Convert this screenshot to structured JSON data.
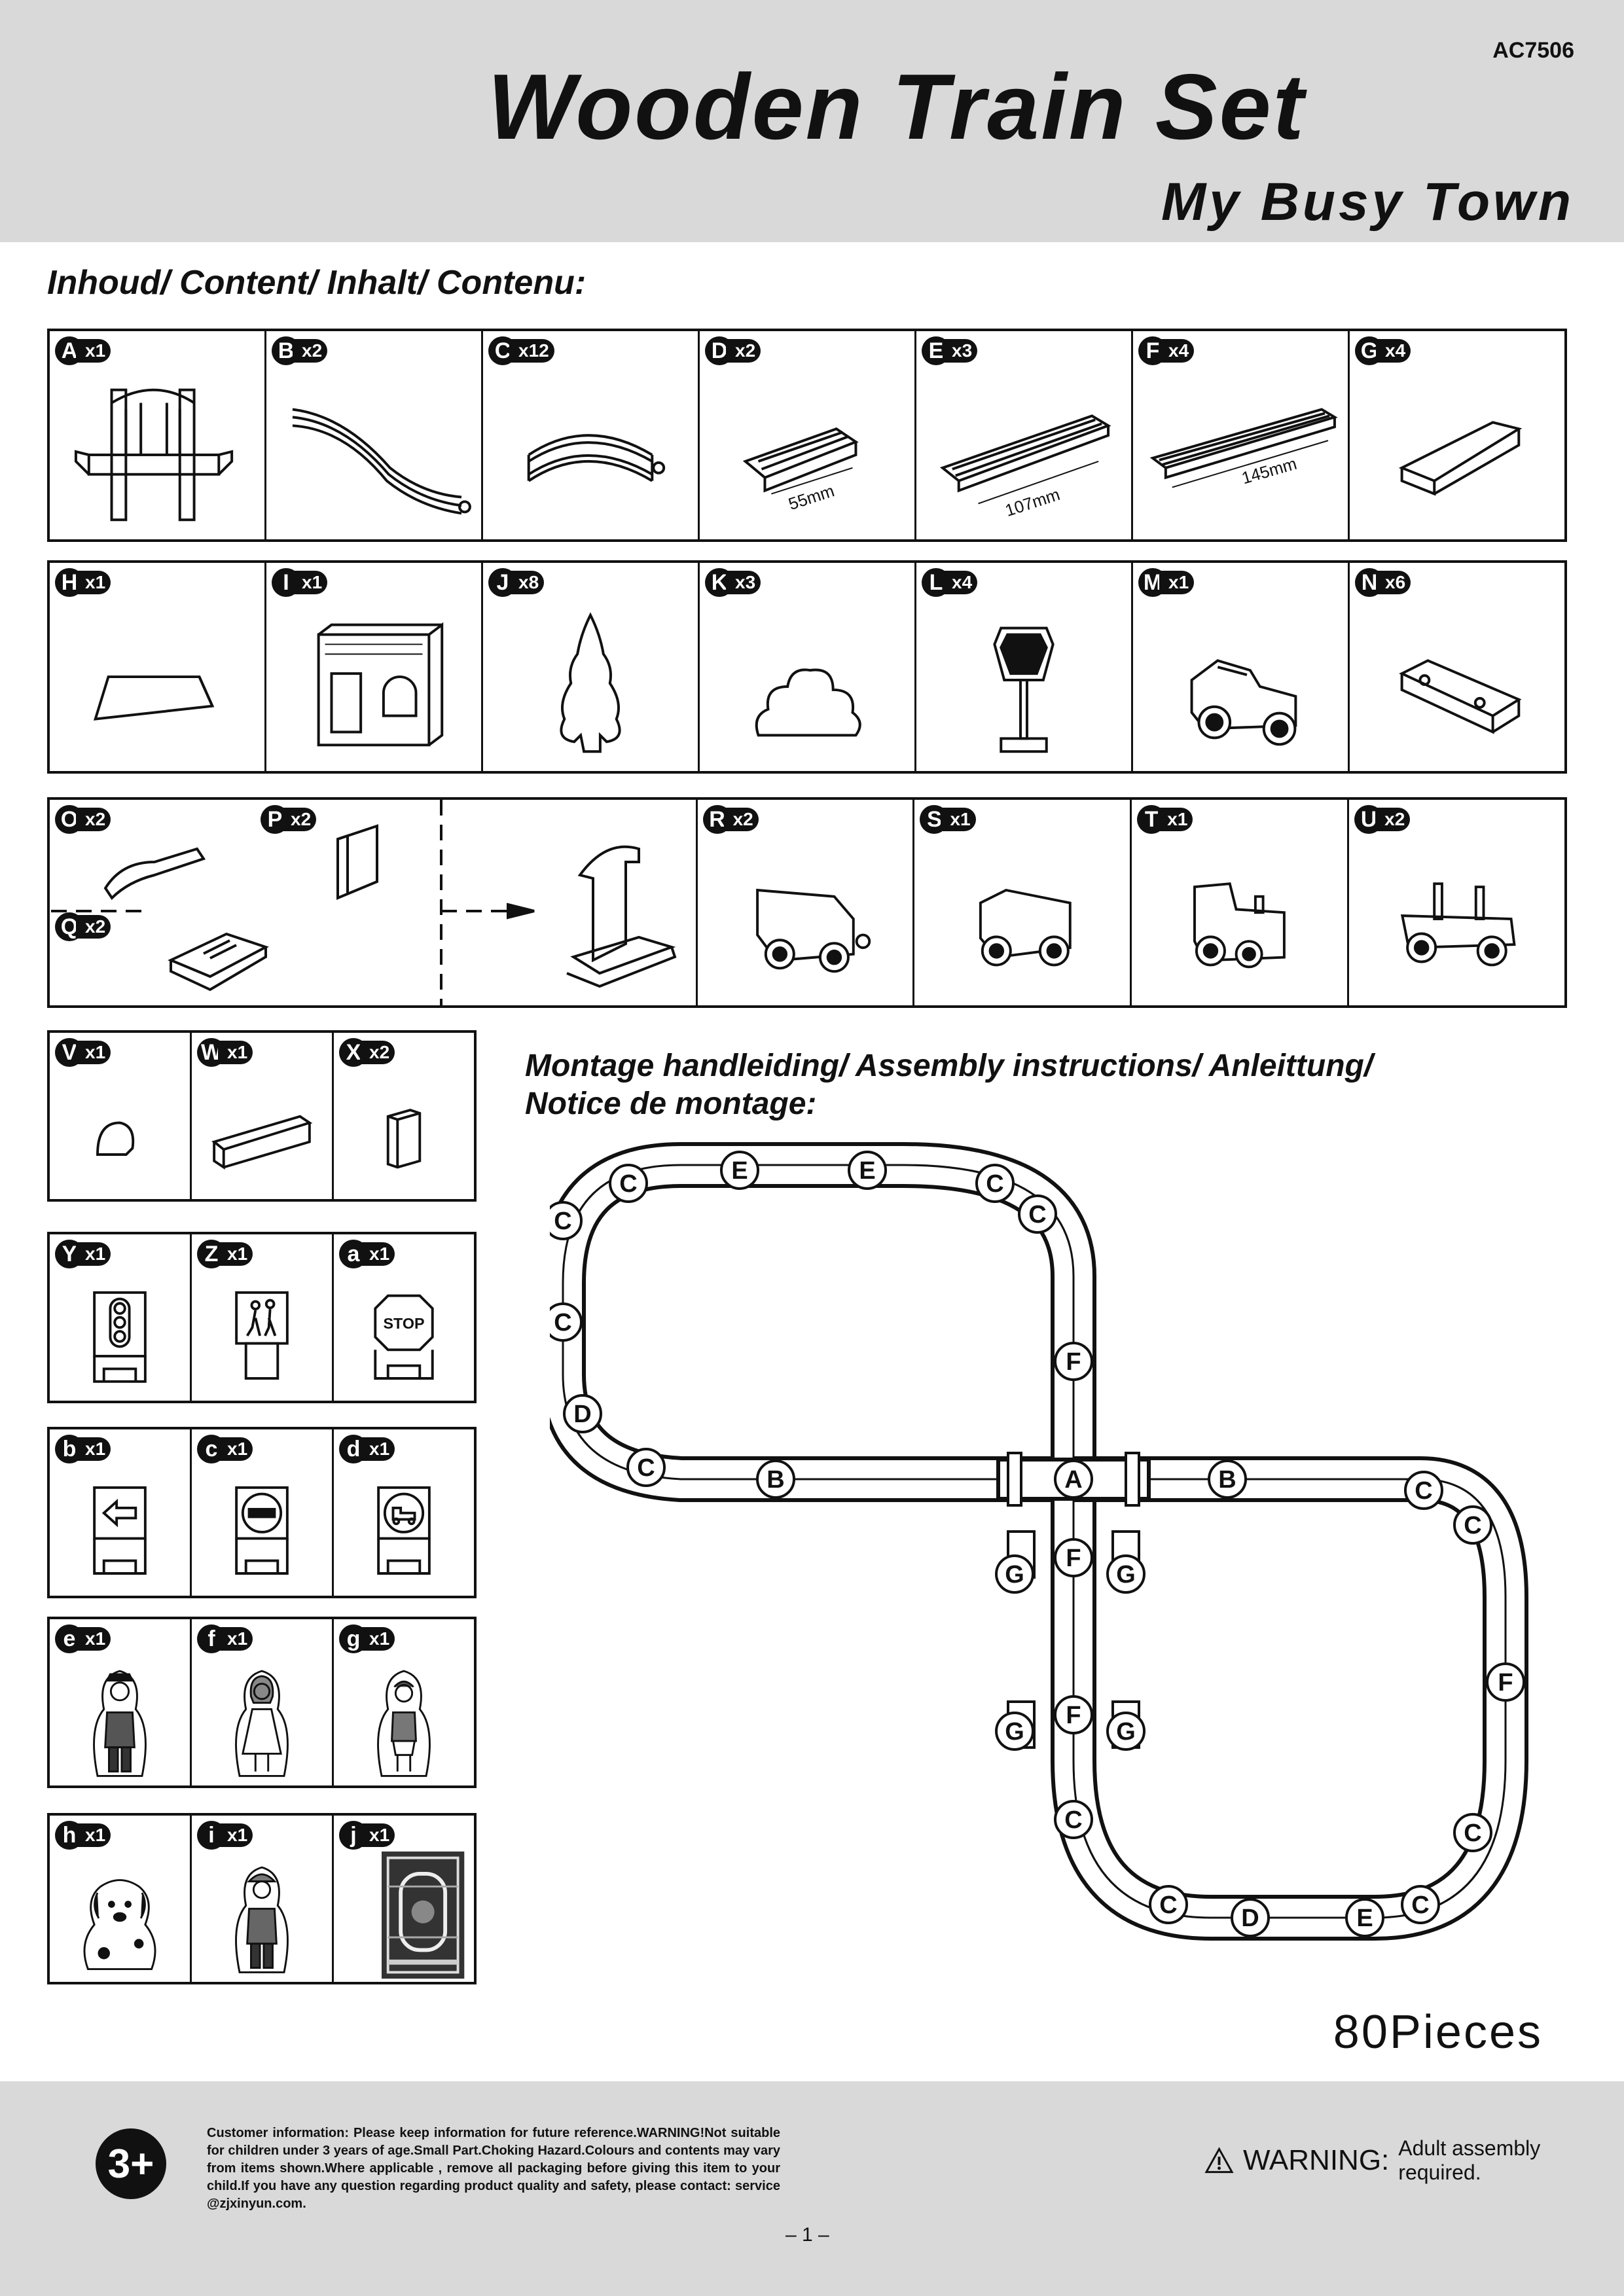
{
  "header": {
    "product_code": "AC7506",
    "title": "Wooden Train Set",
    "subtitle": "My Busy Town"
  },
  "content_heading": "Inhoud/ Content/ Inhalt/ Contenu:",
  "parts_row1": [
    {
      "letter": "A",
      "qty": "x1"
    },
    {
      "letter": "B",
      "qty": "x2"
    },
    {
      "letter": "C",
      "qty": "x12"
    },
    {
      "letter": "D",
      "qty": "x2"
    },
    {
      "letter": "E",
      "qty": "x3"
    },
    {
      "letter": "F",
      "qty": "x4"
    },
    {
      "letter": "G",
      "qty": "x4"
    }
  ],
  "dimensions": {
    "d": "55mm",
    "e": "107mm",
    "f": "145mm"
  },
  "parts_row2": [
    {
      "letter": "H",
      "qty": "x1"
    },
    {
      "letter": "I",
      "qty": "x1"
    },
    {
      "letter": "J",
      "qty": "x8"
    },
    {
      "letter": "K",
      "qty": "x3"
    },
    {
      "letter": "L",
      "qty": "x4"
    },
    {
      "letter": "M",
      "qty": "x1"
    },
    {
      "letter": "N",
      "qty": "x6"
    }
  ],
  "parts_row3": [
    {
      "letter": "O",
      "qty": "x2"
    },
    {
      "letter": "P",
      "qty": "x2"
    },
    {
      "letter": "Q",
      "qty": "x2"
    },
    {
      "letter": "R",
      "qty": "x2"
    },
    {
      "letter": "S",
      "qty": "x1"
    },
    {
      "letter": "T",
      "qty": "x1"
    },
    {
      "letter": "U",
      "qty": "x2"
    }
  ],
  "parts_small": [
    {
      "letter": "V",
      "qty": "x1"
    },
    {
      "letter": "W",
      "qty": "x1"
    },
    {
      "letter": "X",
      "qty": "x2"
    },
    {
      "letter": "Y",
      "qty": "x1"
    },
    {
      "letter": "Z",
      "qty": "x1"
    },
    {
      "letter": "a",
      "qty": "x1"
    },
    {
      "letter": "b",
      "qty": "x1"
    },
    {
      "letter": "c",
      "qty": "x1"
    },
    {
      "letter": "d",
      "qty": "x1"
    },
    {
      "letter": "e",
      "qty": "x1"
    },
    {
      "letter": "f",
      "qty": "x1"
    },
    {
      "letter": "g",
      "qty": "x1"
    },
    {
      "letter": "h",
      "qty": "x1"
    },
    {
      "letter": "i",
      "qty": "x1"
    },
    {
      "letter": "j",
      "qty": "x1"
    }
  ],
  "stop_sign_text": "STOP",
  "assembly_heading_line1": "Montage handleiding/ Assembly instructions/ Anleittung/",
  "assembly_heading_line2": "Notice de montage:",
  "layout_labels": [
    "C",
    "E",
    "E",
    "C",
    "C",
    "C",
    "C",
    "F",
    "D",
    "C",
    "B",
    "A",
    "B",
    "C",
    "F",
    "G",
    "G",
    "C",
    "F",
    "F",
    "G",
    "G",
    "C",
    "C",
    "C",
    "D",
    "E",
    "C"
  ],
  "pieces_count": "80Pieces",
  "footer": {
    "age": "3+",
    "notice": "Customer information: Please keep information for future reference.WARNING!Not suitable for children under 3 years of age.Small Part.Choking Hazard.Colours and contents may vary from items shown.Where applicable , remove all packaging before giving this item to your child.If you have any question regarding product quality and safety, please contact: service @zjxinyun.com.",
    "warning_label": "WARNING:",
    "warning_text": "Adult assembly required.",
    "page_number": "– 1 –"
  }
}
